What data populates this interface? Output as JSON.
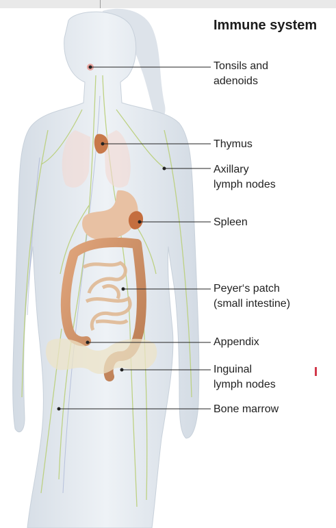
{
  "title": "Immune system",
  "labels": [
    {
      "id": "tonsils",
      "text": "Tonsils and\nadenoids"
    },
    {
      "id": "thymus",
      "text": "Thymus"
    },
    {
      "id": "axillary",
      "text": "Axillary\nlymph nodes"
    },
    {
      "id": "spleen",
      "text": "Spleen"
    },
    {
      "id": "peyers",
      "text": "Peyer‘s patch\n(small intestine)"
    },
    {
      "id": "appendix",
      "text": "Appendix"
    },
    {
      "id": "inguinal",
      "text": "Inguinal\nlymph nodes"
    },
    {
      "id": "marrow",
      "text": "Bone marrow"
    }
  ],
  "colors": {
    "body": "#dfe6ee",
    "organ": "#c98a5e",
    "lymph": "#b9cf78",
    "leader": "#222222"
  }
}
